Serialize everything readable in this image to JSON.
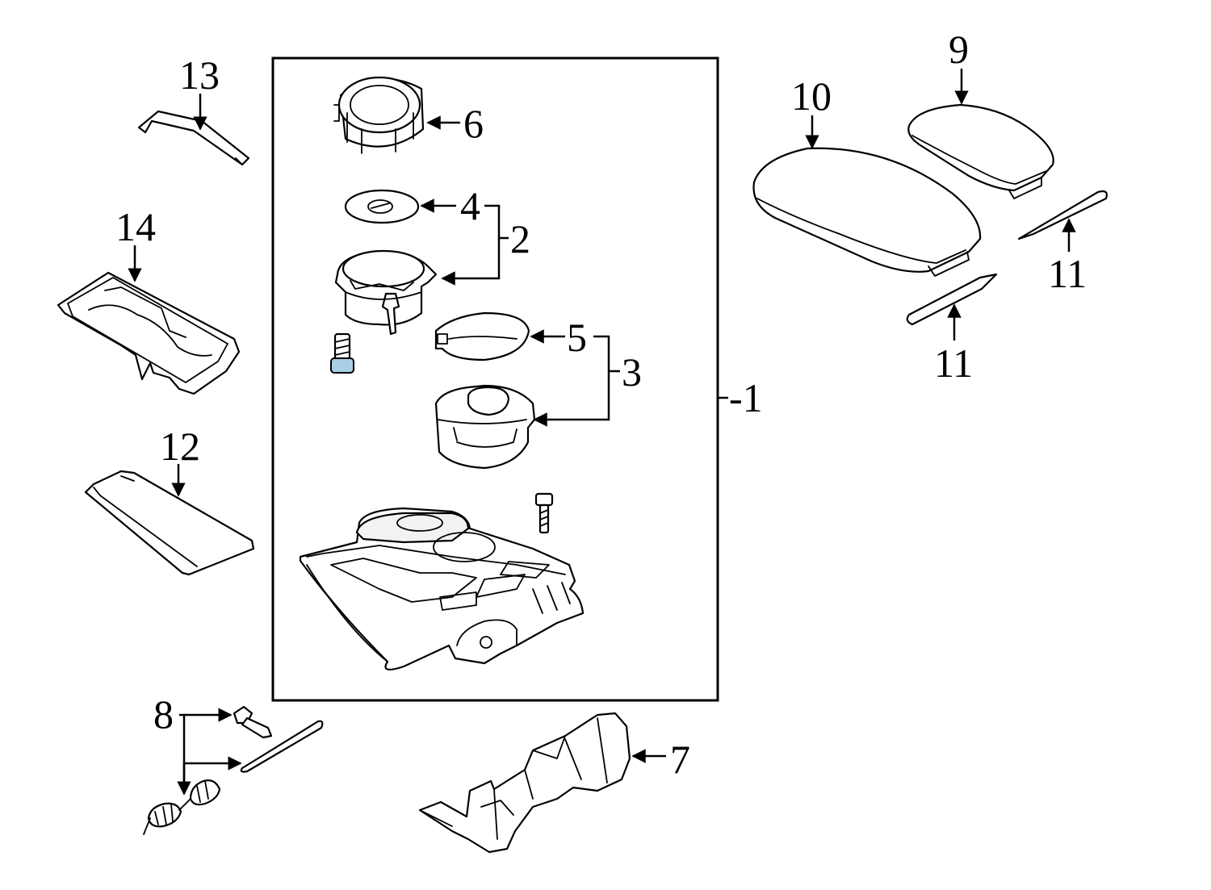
{
  "callouts": {
    "c1": "-1",
    "c2": "2",
    "c3": "3",
    "c4": "4",
    "c5": "5",
    "c6": "6",
    "c7": "7",
    "c8": "8",
    "c9": "9",
    "c10": "10",
    "c11a": "11",
    "c11b": "11",
    "c12": "12",
    "c13": "13",
    "c14": "14"
  },
  "colors": {
    "line": "#000000",
    "background": "#ffffff",
    "highlight": "#a8cfe6"
  }
}
